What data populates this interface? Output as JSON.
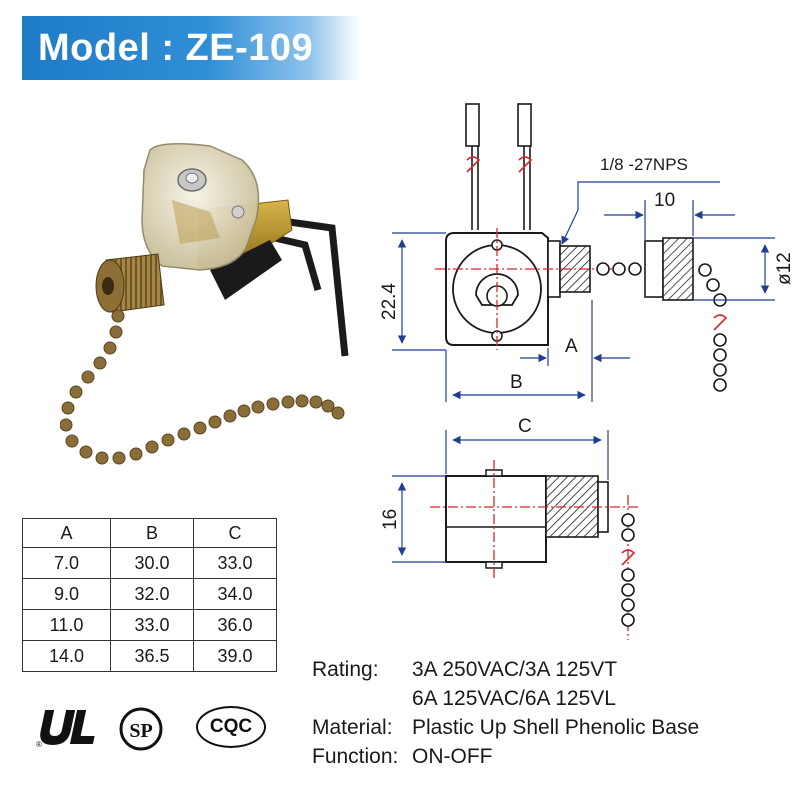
{
  "banner": {
    "title": "Model : ZE-109",
    "color": "#1e7bc6"
  },
  "dimension_table": {
    "headers": [
      "A",
      "B",
      "C"
    ],
    "rows": [
      [
        "7.0",
        "30.0",
        "33.0"
      ],
      [
        "9.0",
        "32.0",
        "34.0"
      ],
      [
        "11.0",
        "33.0",
        "36.0"
      ],
      [
        "14.0",
        "36.5",
        "39.0"
      ]
    ]
  },
  "drawing": {
    "thread_label": "1/8 -27NPS",
    "dim_10": "10",
    "dim_dia12": "ø12",
    "dim_22_4": "22.4",
    "dim_a": "A",
    "dim_b": "B",
    "dim_c": "C",
    "dim_16": "16",
    "line_color": "#1a1a1a",
    "center_line_color": "#d9262e",
    "dimension_color": "#1f3f8f"
  },
  "specs": {
    "rating_label": "Rating:",
    "rating_line1": "3A 250VAC/3A 125VT",
    "rating_line2": "6A 125VAC/6A 125VL",
    "material_label": "Material:",
    "material_value": "Plastic Up Shell  Phenolic Base",
    "function_label": "Function:",
    "function_value": "ON-OFF"
  },
  "certifications": {
    "ul_icon": "ul-recognized-mark",
    "csa_icon": "csa-mark",
    "cqc_label": "CQC"
  }
}
